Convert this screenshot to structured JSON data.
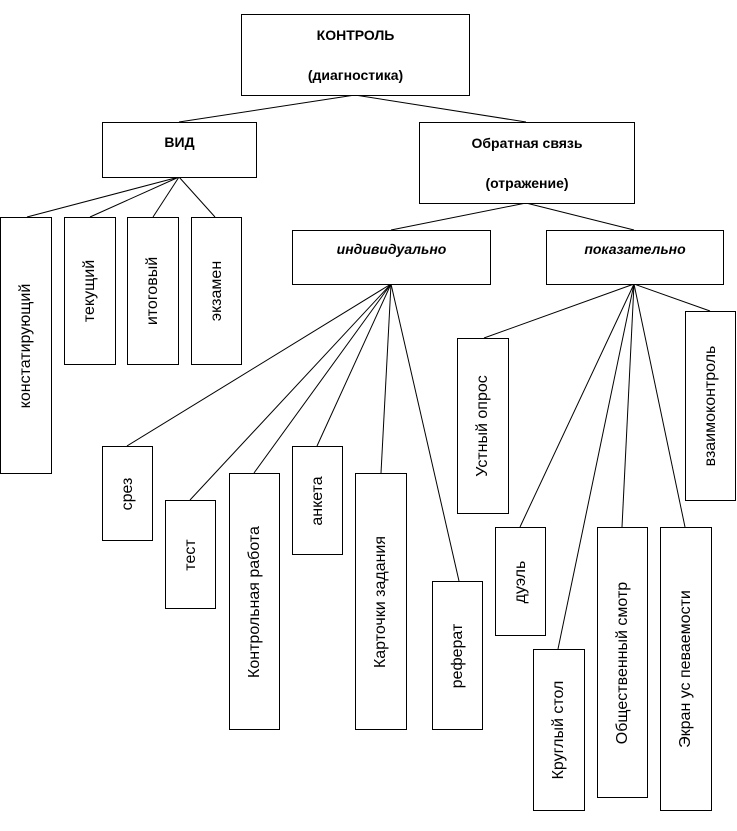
{
  "root": {
    "line1": "КОНТРОЛЬ",
    "line2": "(диагностика)"
  },
  "type_node": {
    "label": "ВИД"
  },
  "feedback_node": {
    "line1": "Обратная связь",
    "line2": "(отражение)"
  },
  "individual_node": {
    "label": "индивидуально"
  },
  "demonstrative_node": {
    "label": "показательно"
  },
  "type_children": [
    "констатирующий",
    "текущий",
    "итоговый",
    "экзамен"
  ],
  "individual_children": [
    "срез",
    "тест",
    "Контрольная работа",
    "анкета",
    "Карточки задания",
    "реферат"
  ],
  "demonstrative_children": [
    "Устный опрос",
    "взаимоконтроль",
    "дуэль",
    "Круглый стол",
    "Общественный смотр",
    "Экран ус певаемости"
  ]
}
